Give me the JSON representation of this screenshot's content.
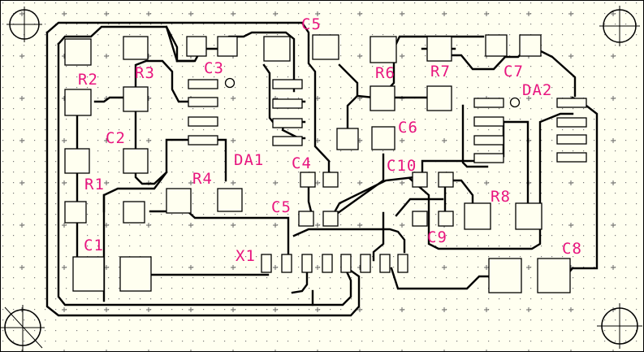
{
  "board": {
    "background": "#fffff0",
    "label_color": "#e8157f",
    "trace_color": "#000000"
  },
  "labels": {
    "C5_top": "C5",
    "R2": "R2",
    "R3": "R3",
    "C3": "C3",
    "R6": "R6",
    "R7": "R7",
    "C7": "C7",
    "DA2": "DA2",
    "C2": "C2",
    "C6": "C6",
    "DA1": "DA1",
    "C4": "C4",
    "C10": "C10",
    "R1": "R1",
    "R4": "R4",
    "R8": "R8",
    "C5_mid": "C5",
    "C9": "C9",
    "C1": "C1",
    "C8": "C8",
    "X1": "X1"
  }
}
